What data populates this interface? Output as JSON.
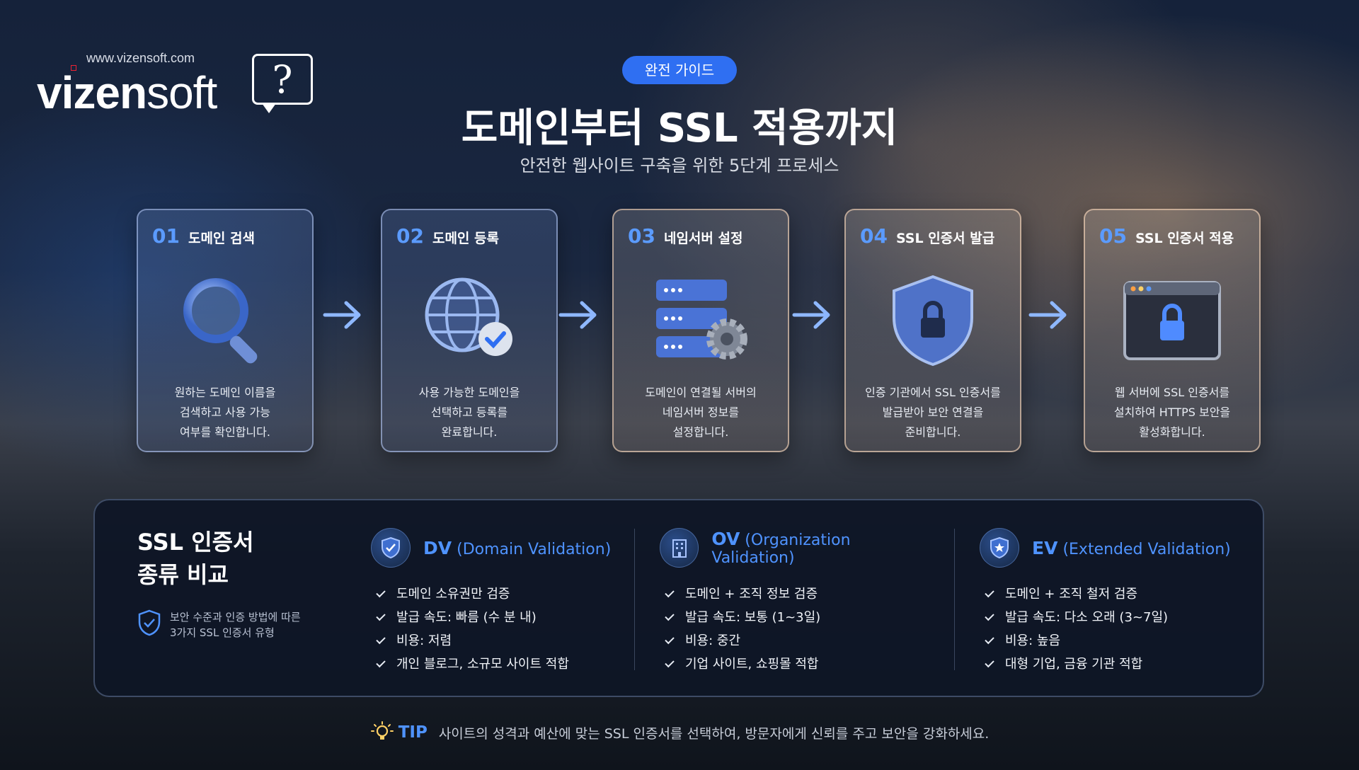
{
  "logo": {
    "url": "www.vizensoft.com",
    "name_bold": "vizen",
    "name_light": "soft",
    "bubble_glyph": "?"
  },
  "header": {
    "badge": "완전 가이드",
    "title": "도메인부터 SSL 적용까지",
    "subtitle": "안전한 웹사이트 구축을 위한 5단계 프로세스"
  },
  "steps": [
    {
      "num": "01",
      "label": "도메인 검색",
      "icon": "magnifier-icon",
      "desc": [
        "원하는 도메인 이름을",
        "검색하고 사용 가능",
        "여부를 확인합니다."
      ]
    },
    {
      "num": "02",
      "label": "도메인 등록",
      "icon": "globe-check-icon",
      "desc": [
        "사용 가능한 도메인을",
        "선택하고 등록를",
        "완료합니다."
      ]
    },
    {
      "num": "03",
      "label": "네임서버 설정",
      "icon": "server-gear-icon",
      "desc": [
        "도메인이 연결될 서버의",
        "네임서버 정보를",
        "설정합니다."
      ]
    },
    {
      "num": "04",
      "label": "SSL 인증서 발급",
      "icon": "shield-lock-icon",
      "desc": [
        "인증 기관에서 SSL 인증서를",
        "발급받아 보안 연결을",
        "준비합니다."
      ]
    },
    {
      "num": "05",
      "label": "SSL 인증서 적용",
      "icon": "browser-lock-icon",
      "desc": [
        "웹 서버에 SSL 인증서를",
        "설치하여 HTTPS 보안을",
        "활성화합니다."
      ]
    }
  ],
  "comparison": {
    "title": [
      "SSL 인증서",
      "종류 비교"
    ],
    "note": [
      "보안 수준과 인증 방법에 따른",
      "3가지 SSL 인증서 유형"
    ],
    "columns": [
      {
        "abbr": "DV",
        "full": "(Domain Validation)",
        "icon": "shield-check-icon",
        "items": [
          "도메인 소유권만 검증",
          "발급 속도: 빠름 (수 분 내)",
          "비용: 저렴",
          "개인 블로그, 소규모 사이트 적합"
        ]
      },
      {
        "abbr": "OV",
        "full": "(Organization Validation)",
        "icon": "building-icon",
        "items": [
          "도메인 + 조직 정보 검증",
          "발급 속도: 보통 (1~3일)",
          "비용: 중간",
          "기업 사이트, 쇼핑몰 적합"
        ]
      },
      {
        "abbr": "EV",
        "full": "(Extended Validation)",
        "icon": "shield-star-icon",
        "items": [
          "도메인 + 조직 철저 검증",
          "발급 속도: 다소 오래 (3~7일)",
          "비용: 높음",
          "대형 기업, 금융 기관 적합"
        ]
      }
    ]
  },
  "tip": {
    "label": "TIP",
    "text": "사이트의 성격과 예산에 맞는 SSL 인증서를 선택하여, 방문자에게 신뢰를 주고 보안을 강화하세요."
  },
  "colors": {
    "accent": "#4f93ff",
    "badge": "#2f6ff2",
    "panel": "#0e1626"
  }
}
